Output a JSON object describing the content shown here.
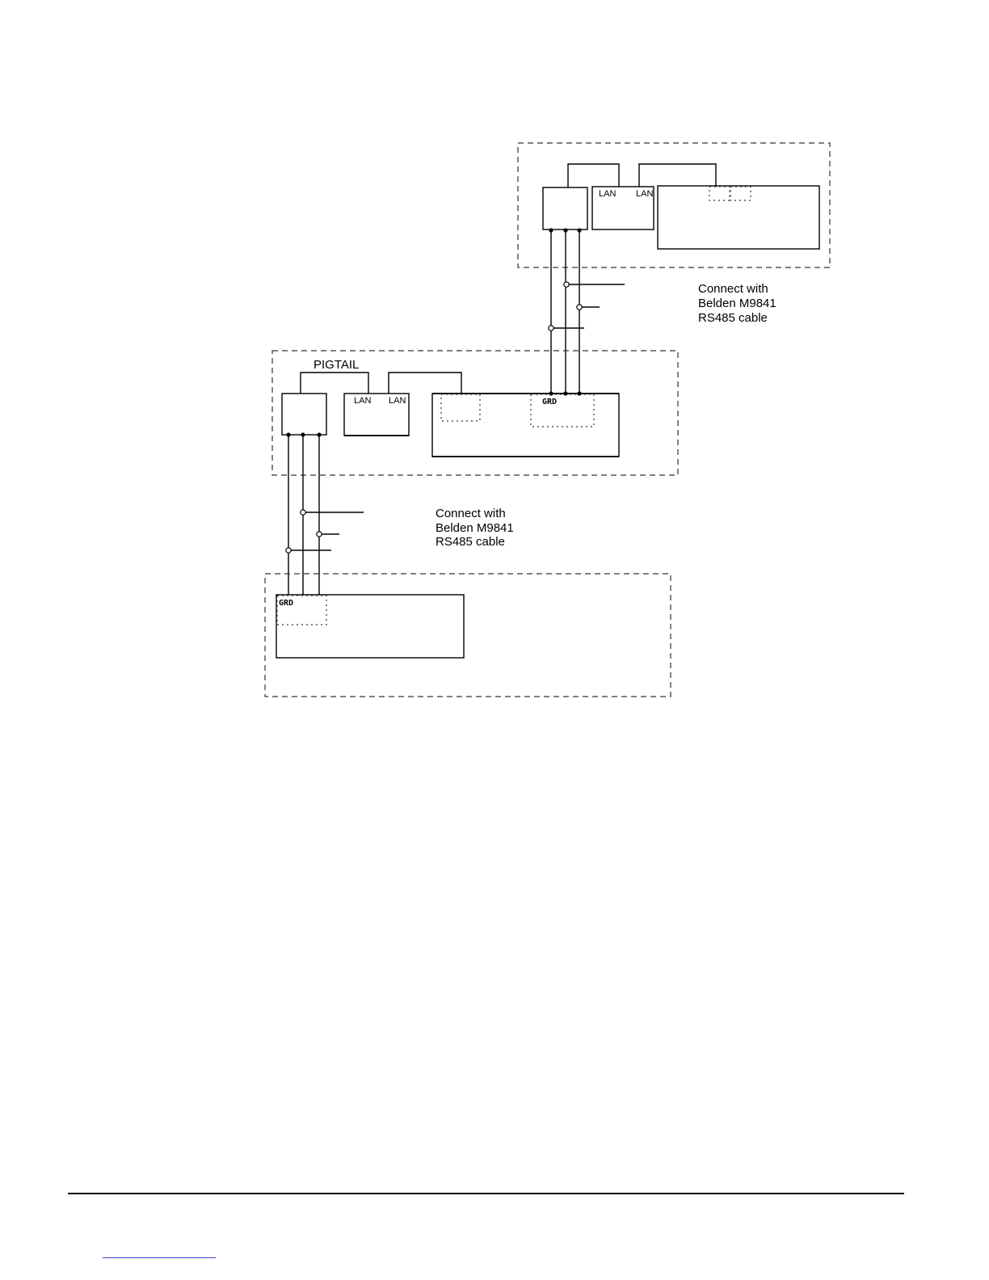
{
  "labels": {
    "lan": "LAN",
    "pigtail": "PIGTAIL",
    "grd": "GRD"
  },
  "notes": {
    "top": [
      "Connect with",
      "Belden M9841",
      "RS485 cable"
    ],
    "middle": [
      "Connect with",
      "Belden M9841",
      "RS485 cable"
    ]
  },
  "colors": {
    "line": "#000000",
    "dashed_border": "#333333",
    "footer_link": "#3344cc"
  }
}
